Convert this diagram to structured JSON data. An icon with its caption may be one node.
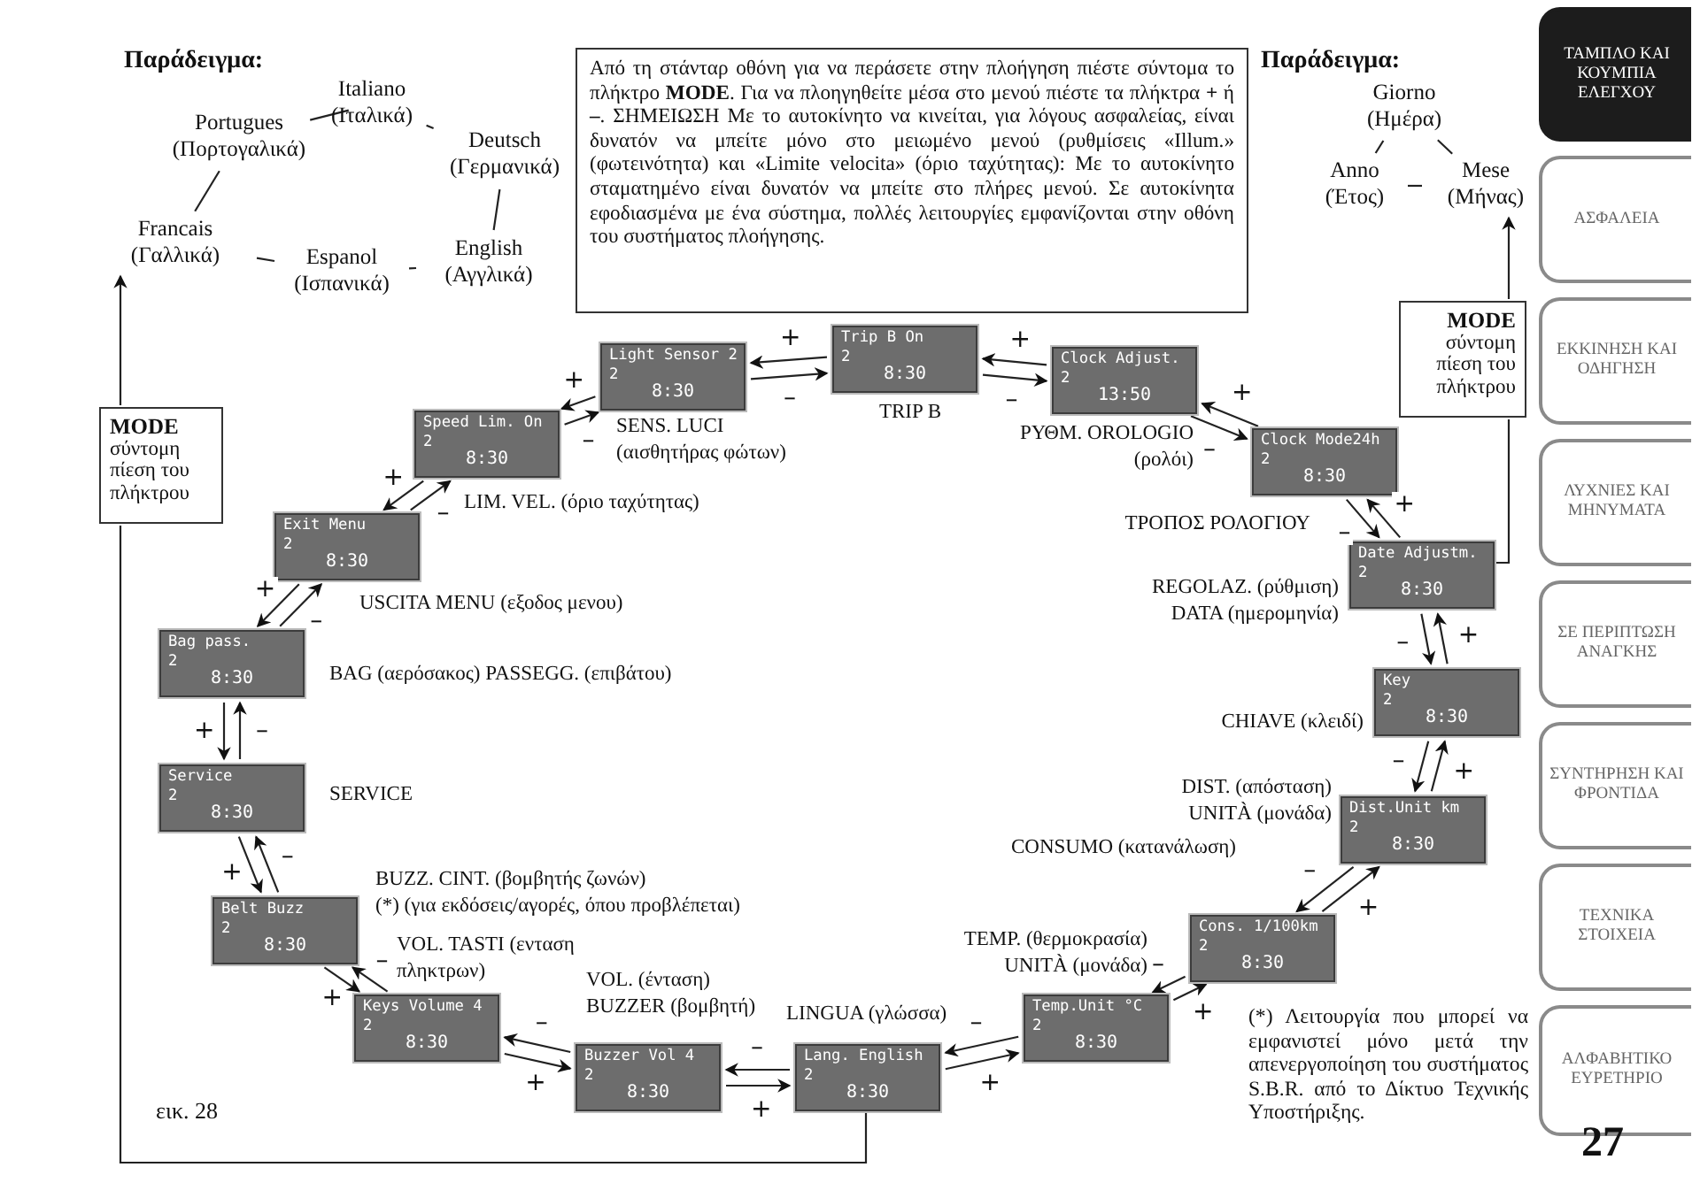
{
  "diagram": {
    "nodes": [
      {
        "text": [
          "Italiano (Ιταλικά)"
        ]
      },
      {
        "text": [
          "Portugues (Πορτογαλικά)"
        ]
      },
      {
        "text": [
          "Deutsch (Γερμανικά)"
        ]
      },
      {
        "text": [
          "Francais (Γαλλικά)"
        ]
      },
      {
        "text": [
          "Espanol (Ισπανικά)"
        ]
      },
      {
        "text": [
          "English (Αγγλικά)"
        ]
      },
      {
        "text": [
          "Από τη στάνταρ οθόνη για να περάσετε στην πλοήγηση πιέστε σύντομα το πλήκτρο **MODE**. Για να πλοηγηθείτε μέσα στο μενού πιέστε τα πλήκτρα **+** ή **–**. ΣΗΜΕΙΩΣΗ Με το αυτοκίνητο να κινείται, για λόγους ασφαλείας, είναι δυνατόν να μπείτε μόνο στο μειωμένο μενού (ρυθμίσεις «Illum.» (φωτεινότητα) και «Limite velocita» (όριο ταχύτητας): Με το αυτοκίνητο σταματημένο είναι δυνατόν να μπείτε στο πλήρες μενού. Σε αυτοκίνητα εφοδιασμένα με ένα σύστημα, πολλές λειτουργίες εμφανίζονται στην οθόνη του συστήματος πλοήγησης."
        ]
      },
      {
        "text": [
          "Giorno (Ημέρα)"
        ]
      },
      {
        "text": [
          "Anno (Έτος)"
        ]
      },
      {
        "text": [
          "Mese (Μήνας)"
        ]
      },
      {
        "text": [
          "MODE",
          "σύντομη πίεση του πλήκτρου"
        ]
      },
      {
        "text": [
          "Light Sensor 2",
          "2",
          "8:30"
        ],
        "beside": [
          "SENS. LUCI (αισθητήρας φώτων)"
        ]
      },
      {
        "text": [
          "Trip B On",
          "2",
          "8:30"
        ],
        "beside": [
          "TRIP B"
        ]
      },
      {
        "text": [
          "Clock Adjust.",
          "2",
          "13:50"
        ],
        "beside": [
          "ΡΥΘΜ. OROLOGIO (ρολόι)"
        ]
      },
      {
        "text": [
          "MODE",
          "σύντομη πίεση του πλήκτρου"
        ]
      },
      {
        "text": [
          "Speed Lim. On",
          "2",
          "8:30"
        ],
        "beside": [
          "LIM. VEL. (όριο ταχύτητας)"
        ]
      },
      {
        "text": [
          "Clock Mode24h",
          "2",
          "8:30"
        ],
        "beside": [
          "ΤΡΟΠΟΣ ΡΟΛΟΓΙΟΥ"
        ]
      },
      {
        "text": [
          "Exit Menu",
          "2",
          "8:30"
        ],
        "beside": [
          "USCITA MENU (εξοδος μενου)"
        ]
      },
      {
        "text": [
          "Date Adjustm.",
          "2",
          "8:30"
        ],
        "beside": [
          "REGOLAZ. (ρύθμιση) DATA (ημερομηνία)"
        ]
      },
      {
        "text": [
          "Bag pass.",
          "2",
          "8:30"
        ],
        "beside": [
          "BAG (αερόσακος) PASSEGG. (επιβάτου)"
        ]
      },
      {
        "text": [
          "Key",
          "2",
          "8:30"
        ],
        "beside": [
          "CHIAVE (κλειδί)"
        ]
      },
      {
        "text": [
          "Service",
          "2",
          "8:30"
        ],
        "beside": [
          "SERVICE"
        ]
      },
      {
        "text": [
          "Dist.Unit km",
          "2",
          "8:30"
        ],
        "beside": [
          "DIST. (απόσταση) UNITÀ (μονάδα)"
        ]
      },
      {
        "text": [
          "Belt Buzz",
          "2",
          "8:30"
        ],
        "beside": [
          "BUZZ. CINT. (βομβητής ζωνών)",
          "(*) (για εκδόσεις/αγορές, όπου προβλέπεται)"
        ]
      },
      {
        "text": [
          "Cons. 1/100km",
          "2",
          "8:30"
        ],
        "beside": [
          "CONSUMO (κατανάλωση)"
        ]
      },
      {
        "text": [
          "Keys Volume 4",
          "2",
          "8:30"
        ],
        "beside": [
          "VOL. TASTI (ενταση πληκτρων)"
        ]
      },
      {
        "text": [
          "Temp.Unit °C",
          "2",
          "8:30"
        ],
        "beside": [
          "TEMP. (θερμοκρασία) UNITÀ (μονάδα)"
        ]
      },
      {
        "text": [
          "Buzzer Vol 4",
          "2",
          "8:30"
        ],
        "beside": [
          "VOL. (ένταση) BUZZER (βομβητή)"
        ]
      },
      {
        "text": [
          "Lang. English",
          "2",
          "8:30"
        ],
        "beside": [
          "LINGUA (γλώσσα)"
        ]
      }
    ],
    "edges": [
      {
        "from": 0,
        "to": 1,
        "arrow": "none"
      },
      {
        "from": 0,
        "to": 2,
        "arrow": "none"
      },
      {
        "from": 2,
        "to": 5,
        "arrow": "none"
      },
      {
        "from": 5,
        "to": 4,
        "arrow": "none"
      },
      {
        "from": 4,
        "to": 3,
        "arrow": "none"
      },
      {
        "from": 3,
        "to": 1,
        "arrow": "none"
      },
      {
        "from": 7,
        "to": 8,
        "arrow": "none"
      },
      {
        "from": 7,
        "to": 9,
        "arrow": "none"
      },
      {
        "from": 8,
        "to": 9,
        "arrow": "none"
      },
      {
        "from": 28,
        "to": 10,
        "arrow": "none"
      },
      {
        "from": 10,
        "to": 3,
        "arrow": "to"
      },
      {
        "from": 18,
        "to": 14,
        "arrow": "none"
      },
      {
        "from": 14,
        "to": 9,
        "arrow": "to"
      },
      {
        "from": 13,
        "to": 12,
        "arrow": "to",
        "label": "+"
      },
      {
        "from": 12,
        "to": 13,
        "arrow": "to",
        "label": "–"
      },
      {
        "from": 12,
        "to": 11,
        "arrow": "to",
        "label": "+"
      },
      {
        "from": 11,
        "to": 12,
        "arrow": "to",
        "label": "–"
      },
      {
        "from": 11,
        "to": 15,
        "arrow": "to",
        "label": "+"
      },
      {
        "from": 15,
        "to": 11,
        "arrow": "to",
        "label": "–"
      },
      {
        "from": 15,
        "to": 17,
        "arrow": "to",
        "label": "+"
      },
      {
        "from": 17,
        "to": 15,
        "arrow": "to",
        "label": "–"
      },
      {
        "from": 17,
        "to": 19,
        "arrow": "to",
        "label": "+"
      },
      {
        "from": 19,
        "to": 17,
        "arrow": "to",
        "label": "–"
      },
      {
        "from": 19,
        "to": 21,
        "arrow": "to",
        "label": "+"
      },
      {
        "from": 21,
        "to": 19,
        "arrow": "to",
        "label": "–"
      },
      {
        "from": 21,
        "to": 23,
        "arrow": "to",
        "label": "+"
      },
      {
        "from": 23,
        "to": 21,
        "arrow": "to",
        "label": "–"
      },
      {
        "from": 23,
        "to": 25,
        "arrow": "to",
        "label": "+"
      },
      {
        "from": 25,
        "to": 23,
        "arrow": "to",
        "label": "–"
      },
      {
        "from": 25,
        "to": 27,
        "arrow": "to",
        "label": "+"
      },
      {
        "from": 27,
        "to": 25,
        "arrow": "to",
        "label": "–"
      },
      {
        "from": 27,
        "to": 28,
        "arrow": "to",
        "label": "+"
      },
      {
        "from": 28,
        "to": 27,
        "arrow": "to",
        "label": "–"
      },
      {
        "from": 28,
        "to": 26,
        "arrow": "to",
        "label": "+"
      },
      {
        "from": 26,
        "to": 28,
        "arrow": "to",
        "label": "–"
      },
      {
        "from": 26,
        "to": 24,
        "arrow": "to",
        "label": "+"
      },
      {
        "from": 24,
        "to": 26,
        "arrow": "to",
        "label": "–"
      },
      {
        "from": 24,
        "to": 22,
        "arrow": "to",
        "label": "+"
      },
      {
        "from": 22,
        "to": 24,
        "arrow": "to",
        "label": "–"
      },
      {
        "from": 22,
        "to": 20,
        "arrow": "to",
        "label": "+"
      },
      {
        "from": 20,
        "to": 22,
        "arrow": "to",
        "label": "–"
      },
      {
        "from": 20,
        "to": 18,
        "arrow": "to",
        "label": "+"
      },
      {
        "from": 18,
        "to": 20,
        "arrow": "to",
        "label": "–"
      },
      {
        "from": 18,
        "to": 16,
        "arrow": "to",
        "label": "+"
      },
      {
        "from": 16,
        "to": 18,
        "arrow": "to",
        "label": "–"
      },
      {
        "from": 16,
        "to": 13,
        "arrow": "to",
        "label": "+"
      },
      {
        "from": 13,
        "to": 16,
        "arrow": "to",
        "label": "–"
      }
    ],
    "labels": [
      "Παράδειγμα:",
      "Παράδειγμα:",
      "ΤΑΜΠΛΟ ΚΑΙ ΚΟΥΜΠΙΑ ΕΛΕΓΧΟΥ",
      "ΑΣΦΑΛΕΙΑ",
      "ΕΚΚΙΝΗΣΗ ΚΑΙ ΟΔΗΓΗΣΗ",
      "ΛΥΧΝΙΕΣ ΚΑΙ ΜΗΝΥΜΑΤΑ",
      "ΣΕ ΠΕΡΙΠΤΩΣΗ ΑΝΑΓΚΗΣ",
      "ΣΥΝΤΗΡΗΣΗ ΚΑΙ ΦΡΟΝΤΙΔΑ",
      "ΤΕΧΝΙΚΑ ΣΤΟΙΧΕΙΑ",
      "ΑΛΦΑΒΗΤΙΚΟ ΕΥΡΕΤΗΡΙΟ",
      "(*) Λειτουργία που μπορεί να εμφανιστεί μόνο μετά την απενεργοποίηση του συστήματος S.B.R. από το Δίκτυο Τεχνικής Υποστήριξης.",
      "εικ. 28",
      "27"
    ]
  }
}
